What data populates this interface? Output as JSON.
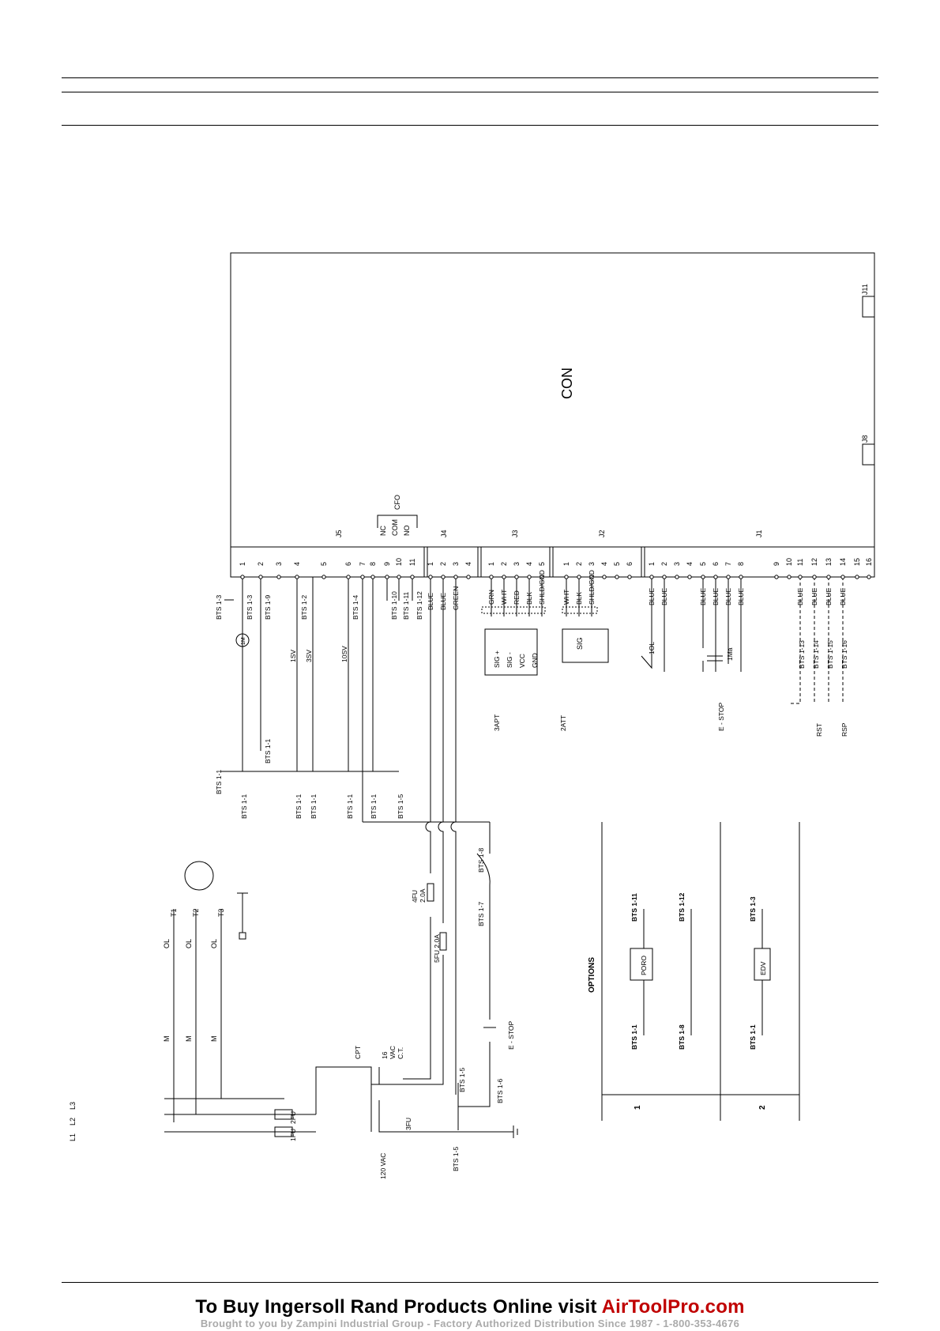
{
  "controller": {
    "label": "CON",
    "connectors": {
      "j11": "J11",
      "j8": "J8",
      "j5": "J5",
      "j4": "J4",
      "j3": "J3",
      "j2": "J2",
      "j1": "J1"
    },
    "cfo": {
      "title": "CFO",
      "nc": "NC",
      "com": "COM",
      "no": "NO"
    },
    "pins": {
      "j5": [
        "1",
        "2",
        "3",
        "4",
        "5",
        "6",
        "7",
        "8",
        "9",
        "10",
        "11"
      ],
      "j4": [
        "1",
        "2",
        "3",
        "4"
      ],
      "j3": [
        "1",
        "2",
        "3",
        "4",
        "5"
      ],
      "j2": [
        "1",
        "2",
        "3",
        "4",
        "5",
        "6"
      ],
      "j1": [
        "1",
        "2",
        "3",
        "4",
        "5",
        "6",
        "7",
        "8",
        "9",
        "10",
        "11",
        "12",
        "13",
        "14",
        "15",
        "16"
      ]
    }
  },
  "j5_wires": {
    "top": [
      "BTS 1-3",
      "BTS 1-9",
      "BTS 1-2",
      "BTS 1-4",
      "BTS 1-10",
      "BTS 1-11",
      "BTS 1-12"
    ],
    "left": "BTS 1-3",
    "motor": "1M",
    "valves": [
      "1SV",
      "3SV",
      "10SV"
    ],
    "bus": "BTS 1-1",
    "bus_tap": "BTS 1-1",
    "bus_bottom": [
      "BTS 1-1",
      "BTS 1-1",
      "BTS 1-1",
      "BTS 1-1",
      "BTS 1-1",
      "BTS 1-5"
    ]
  },
  "j4_wires": [
    "BLUE",
    "BLUE",
    "GREEN"
  ],
  "j3_apt": {
    "wires": [
      "GRN",
      "WHT",
      "RED",
      "BLK",
      "SHLD/GND"
    ],
    "box": [
      "SIG +",
      "SIG -",
      "VCC",
      "GND"
    ],
    "name": "3APT"
  },
  "j2_att": {
    "wires": [
      "WHT",
      "BLK",
      "SHLD/GND"
    ],
    "box": "SIG",
    "name": "2ATT"
  },
  "j1_wires": {
    "colors": [
      "BLUE",
      "BLUE",
      "BLUE",
      "BLUE",
      "BLUE",
      "BLUE",
      "BLUE",
      "BLUE",
      "BLUE",
      "BLUE"
    ],
    "ol": "1OL",
    "ma": "1Ma",
    "estop": "E - STOP",
    "bts": [
      "BTS 1-13",
      "BTS 1-14",
      "BTS 1-15",
      "BTS 1-16"
    ],
    "rst": "RST",
    "rsp": "RSP"
  },
  "power": {
    "lines": [
      "L3",
      "L2",
      "L1"
    ],
    "motor_terms": [
      "T1",
      "T2",
      "T3"
    ],
    "ol": "OL",
    "contactor": "M",
    "fuse1": "1FU",
    "fuse2": "2FU",
    "cpt": "CPT",
    "vac_in": "120 VAC",
    "vac_out": [
      "16",
      "VAC",
      "C.T."
    ],
    "fu3": "3FU",
    "fu4": [
      "4FU",
      "2.0A"
    ],
    "fu5": "5FU 2.0A",
    "estop": "E - STOP",
    "bts": [
      "BTS 1-8",
      "BTS 1-7",
      "BTS 1-5",
      "BTS 1-6",
      "BTS 1-5"
    ]
  },
  "options": {
    "title": "OPTIONS",
    "rows": [
      {
        "num": "1",
        "left_top": "BTS 1-1",
        "device": "PORO",
        "right_top": "BTS 1-11",
        "left_bottom": "BTS 1-8",
        "right_bottom": "BTS 1-12"
      },
      {
        "num": "2",
        "left_top": "BTS 1-1",
        "device": "EDV",
        "right_top": "BTS 1-3"
      }
    ]
  },
  "footer": {
    "buy_prefix": "To Buy Ingersoll Rand Products Online visit ",
    "buy_brand": "AirToolPro.com",
    "sub": "Brought to you by Zampini Industrial Group  -  Factory Authorized Distribution Since 1987  -  1-800-353-4676"
  }
}
